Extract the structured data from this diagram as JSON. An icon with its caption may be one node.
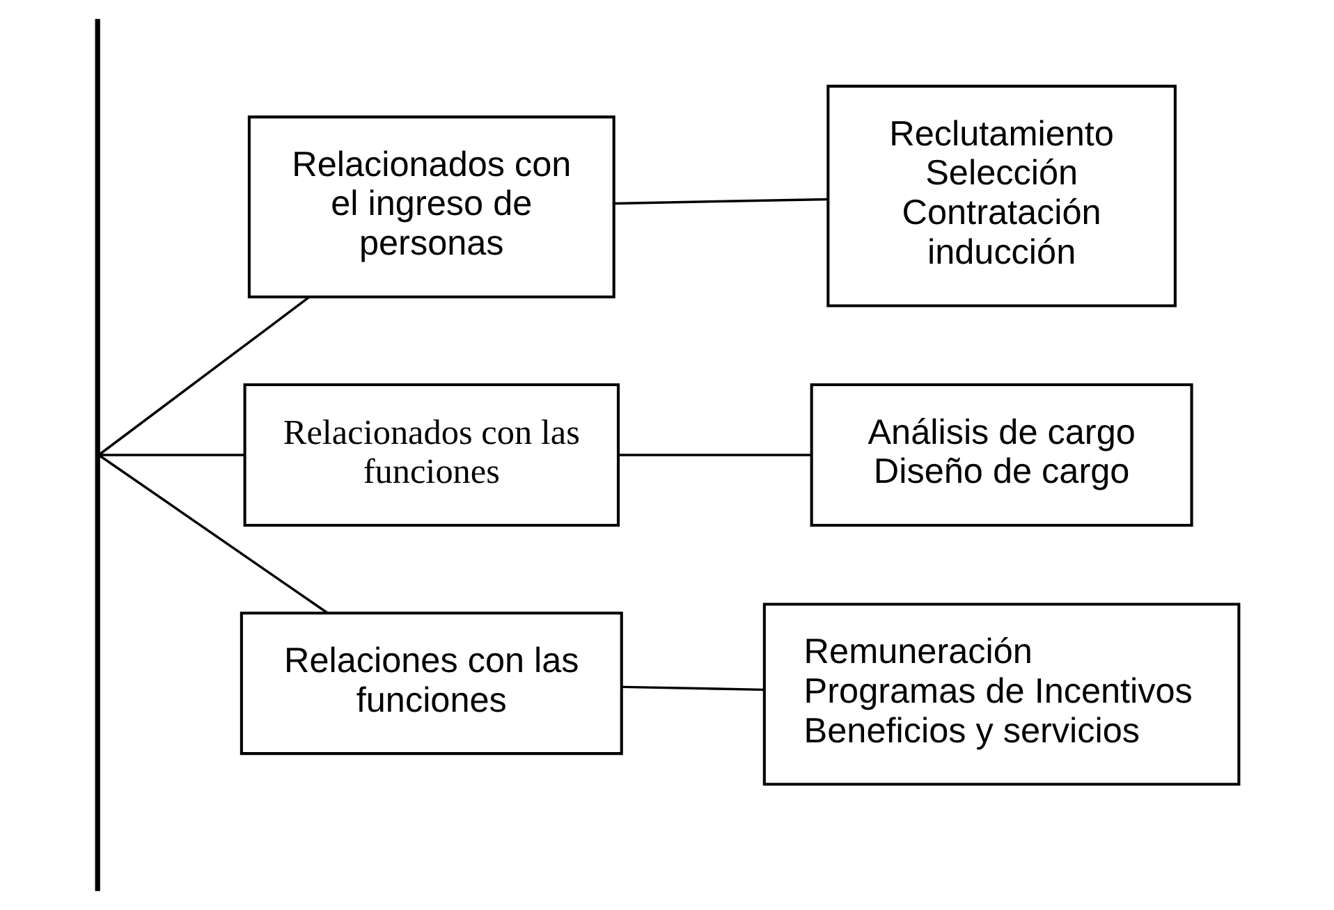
{
  "diagram": {
    "nodes": [
      {
        "text": [],
        "shape": "bar"
      },
      {
        "text": [
          "Relacionados con el ingreso de personas"
        ]
      },
      {
        "text": [
          "Reclutamiento",
          "Selección",
          "Contratación",
          "inducción"
        ]
      },
      {
        "text": [
          "Relacionados con las funciones"
        ]
      },
      {
        "text": [
          "Análisis de cargo",
          "Diseño de cargo"
        ]
      },
      {
        "text": [
          "Relaciones con las funciones"
        ]
      },
      {
        "text": [
          "Remuneración",
          "Programas de Incentivos",
          "Beneficios y servicios"
        ]
      }
    ],
    "edges": [
      {
        "from": 0,
        "to": 1,
        "arrow": "none"
      },
      {
        "from": 1,
        "to": 2,
        "arrow": "none"
      },
      {
        "from": 0,
        "to": 3,
        "arrow": "none"
      },
      {
        "from": 3,
        "to": 4,
        "arrow": "none"
      },
      {
        "from": 0,
        "to": 5,
        "arrow": "none"
      },
      {
        "from": 5,
        "to": 6,
        "arrow": "none"
      }
    ]
  }
}
